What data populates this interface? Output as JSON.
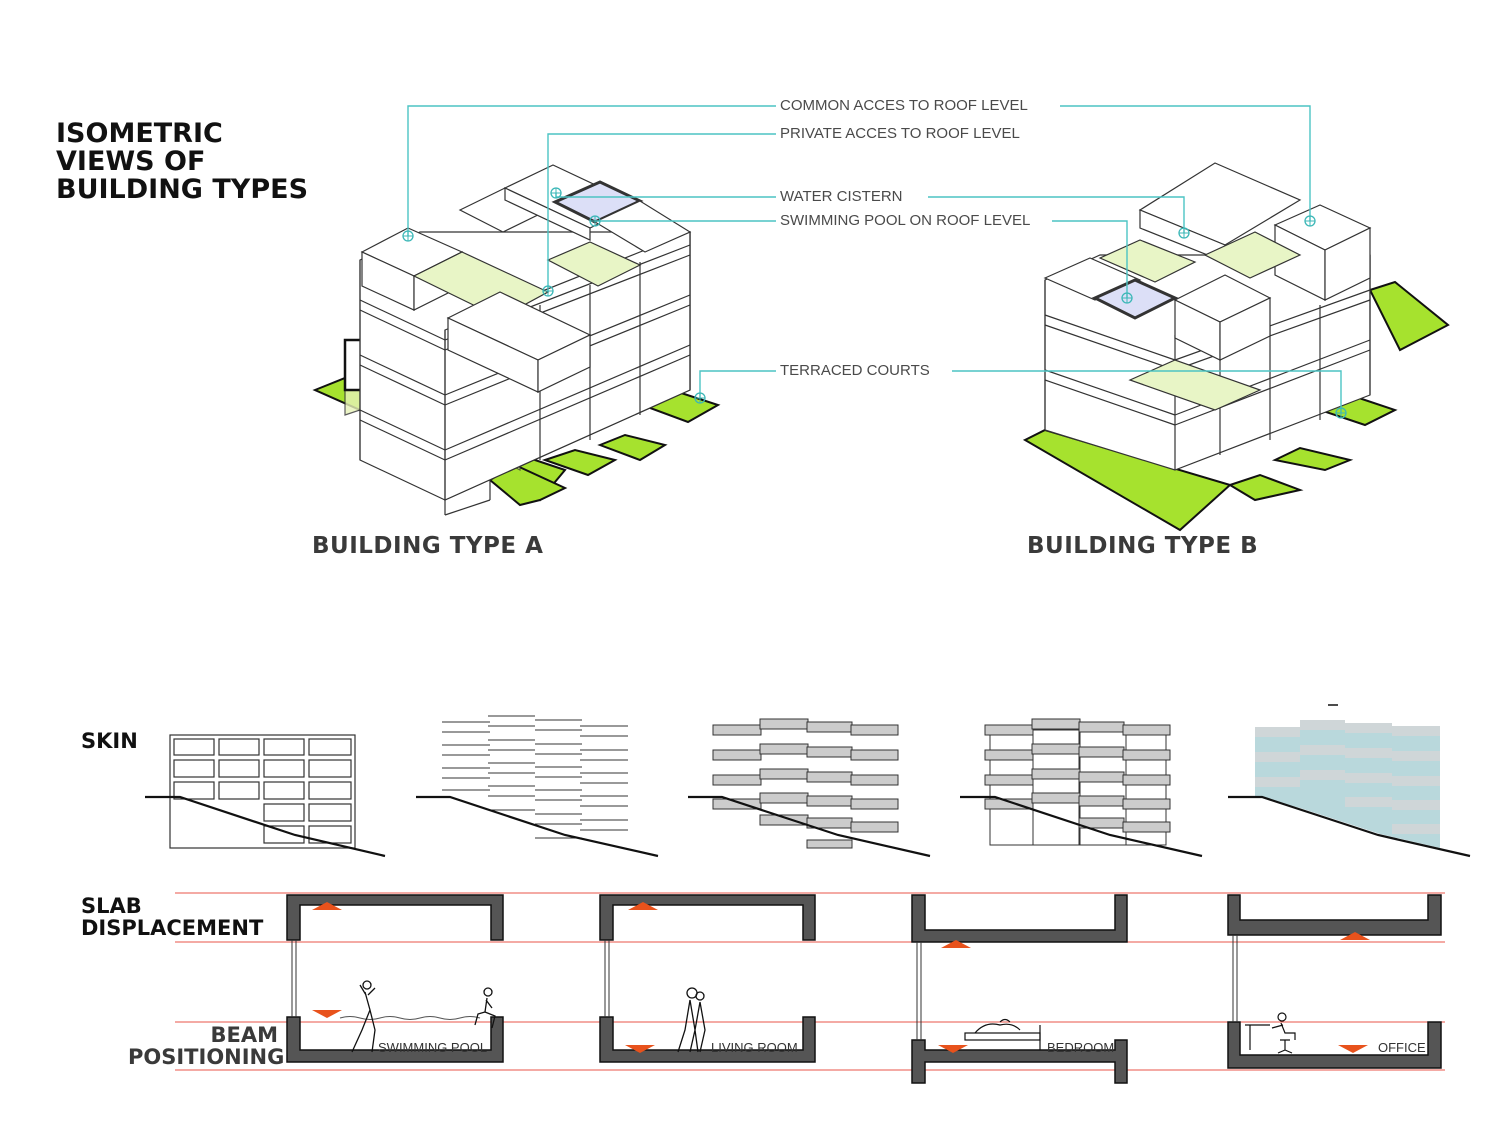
{
  "title": {
    "line1": "ISOMETRIC",
    "line2": "VIEWS OF",
    "line3": "BUILDING TYPES"
  },
  "callouts": {
    "common_access": "COMMON ACCES TO ROOF LEVEL",
    "private_access": "PRIVATE ACCES TO ROOF LEVEL",
    "water_cistern": "WATER CISTERN",
    "swimming_pool": "SWIMMING POOL ON ROOF LEVEL",
    "terraced_courts": "TERRACED COURTS"
  },
  "buildings": {
    "type_a": "BUILDING TYPE A",
    "type_b": "BUILDING TYPE B"
  },
  "rows": {
    "skin": "SKIN",
    "slab_line1": "SLAB",
    "slab_line2": "DISPLACEMENT",
    "beam_line1": "BEAM",
    "beam_line2": "POSITIONING"
  },
  "rooms": {
    "pool": "SWIMMING POOL",
    "living": "LIVING ROOM",
    "bedroom": "BEDROOM",
    "office": "OFFICE"
  },
  "colors": {
    "callout_line": "#4cc4c4",
    "terrace_green": "#a6e22e",
    "roof_green": "#e8f5c6",
    "pool_blue": "#dcdff7",
    "guide_red": "#e8554a",
    "arrow_orange": "#e8521c",
    "wall_grey": "#555555",
    "skin_fill": "#b9d8dc"
  },
  "icons": {
    "callout_marker": "crosshair-circle-icon",
    "slab_arrow": "triangle-arrow-icon"
  }
}
